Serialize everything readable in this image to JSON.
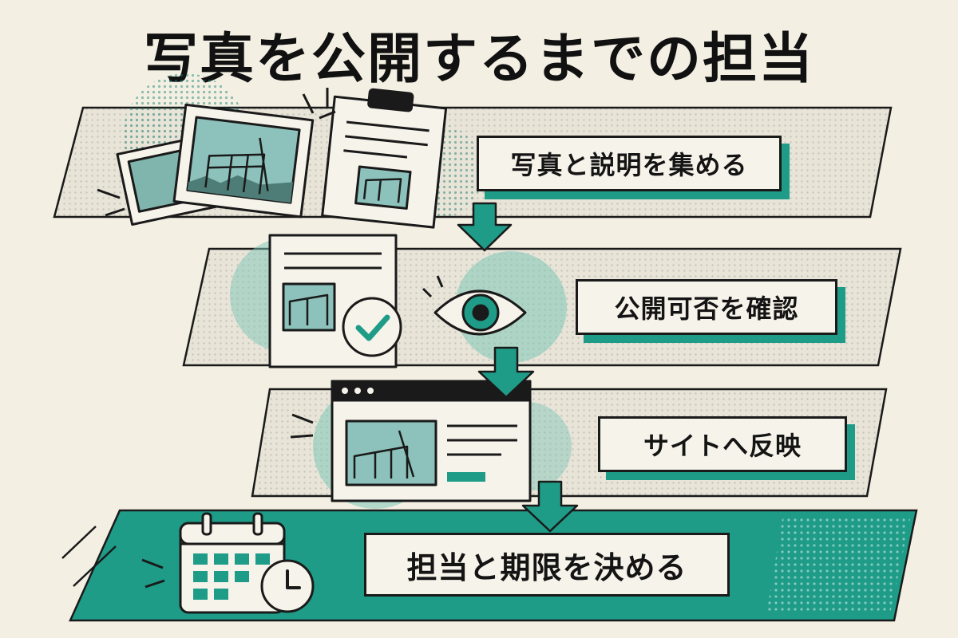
{
  "title": "写真を公開するまでの担当",
  "steps": [
    {
      "label": "写真と説明を集める",
      "icon": "photos-and-clipboard-icon"
    },
    {
      "label": "公開可否を確認",
      "icon": "document-check-eye-icon"
    },
    {
      "label": "サイトへ反映",
      "icon": "browser-window-icon"
    },
    {
      "label": "担当と期限を決める",
      "icon": "calendar-clock-icon"
    }
  ],
  "colors": {
    "accent": "#1e9c88",
    "band": "#e6e2d6",
    "background": "#f3efe3",
    "ink": "#1a1a1a"
  }
}
